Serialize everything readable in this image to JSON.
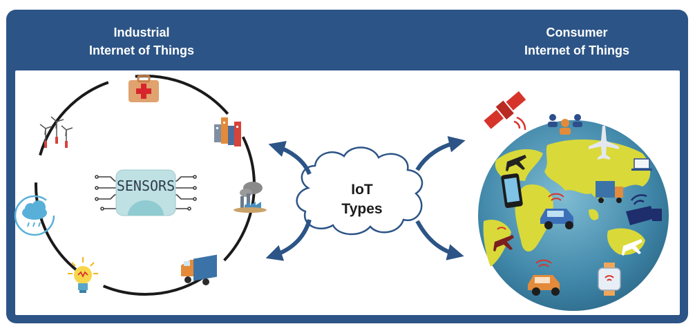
{
  "left_panel": {
    "title_line1": "Industrial",
    "title_line2": "Internet of Things",
    "sensor_label": "SENSORS"
  },
  "right_panel": {
    "title_line1": "Consumer",
    "title_line2": "Internet of Things"
  },
  "center": {
    "cloud_line1": "IoT",
    "cloud_line2": "Types"
  },
  "colors": {
    "frame": "#2c5486",
    "arrow": "#2c5486",
    "ocean": "#4a93b3",
    "land": "#d9d93a",
    "cloud": "#ffffff"
  },
  "icons": {
    "industrial": [
      "medical-kit-icon",
      "city-buildings-icon",
      "factory-icon",
      "delivery-truck-icon",
      "light-bulb-icon",
      "weather-cloud-icon",
      "wind-turbines-icon"
    ],
    "consumer": [
      "satellite-icon",
      "people-network-icon",
      "airplane-icon",
      "laptop-icon",
      "smartphone-icon",
      "car-icon",
      "security-camera-icon",
      "smartwatch-icon"
    ]
  }
}
